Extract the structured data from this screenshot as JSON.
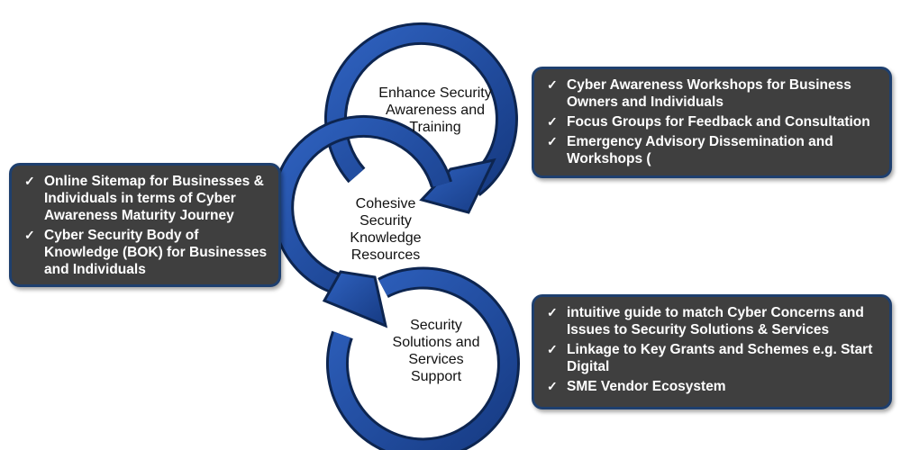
{
  "stages": [
    {
      "label": "Enhance Security Awareness and Training"
    },
    {
      "label": "Cohesive Security Knowledge Resources"
    },
    {
      "label": "Security Solutions and Services Support"
    }
  ],
  "boxes": {
    "top_right": {
      "items": [
        "Cyber Awareness Workshops for Business Owners and Individuals",
        "Focus Groups for Feedback and Consultation",
        "Emergency Advisory Dissemination and Workshops ("
      ]
    },
    "left": {
      "items": [
        "Online Sitemap for Businesses & Individuals in terms of Cyber Awareness Maturity Journey",
        "Cyber Security Body of Knowledge (BOK) for Businesses and Individuals"
      ]
    },
    "bottom_right": {
      "items": [
        "intuitive guide to match Cyber Concerns and Issues to Security Solutions & Services",
        "Linkage to Key Grants and Schemes e.g. Start Digital",
        "SME Vendor Ecosystem"
      ]
    }
  },
  "check_glyph": "✓",
  "colors": {
    "arrow_fill": "#1f4aa0",
    "arrow_outline": "#0d2550",
    "box_fill": "#3f3f3f",
    "box_border": "#1e3f6e",
    "box_text": "#ffffff"
  }
}
